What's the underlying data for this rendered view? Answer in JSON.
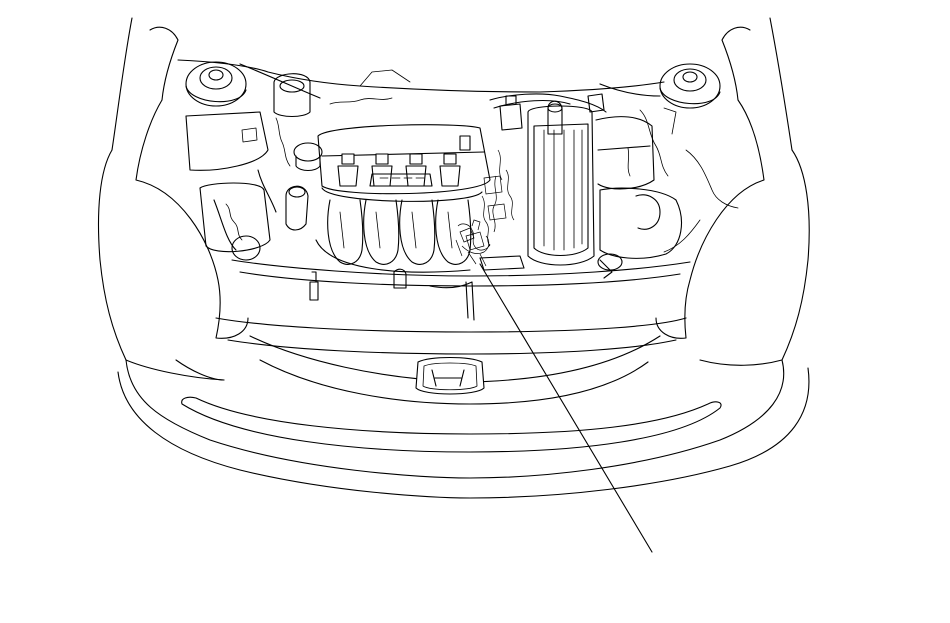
{
  "diagram": {
    "subject": "front-engine-compartment-line-drawing",
    "line_color": "#000000",
    "background_color": "#ffffff",
    "emblem": "honda-h-logo",
    "callout": {
      "target": "engine-wire-harness-connector-cluster",
      "label": ""
    }
  }
}
